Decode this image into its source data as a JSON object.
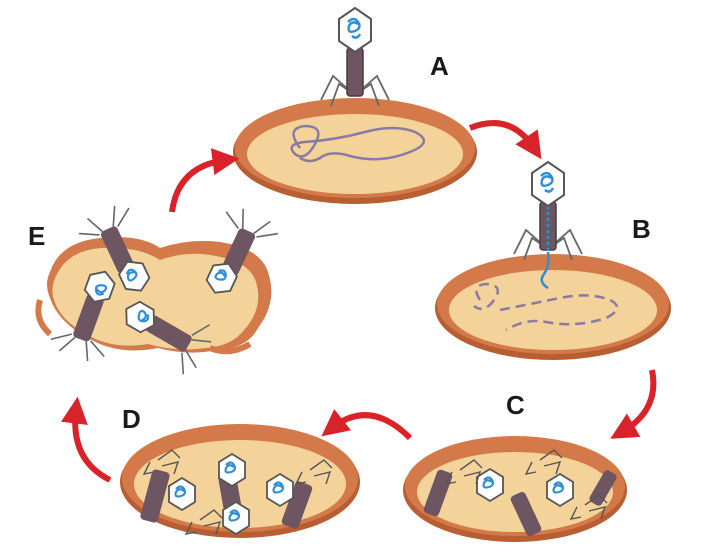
{
  "diagram": {
    "stages": [
      {
        "id": "A",
        "label": "A"
      },
      {
        "id": "B",
        "label": "B"
      },
      {
        "id": "C",
        "label": "C"
      },
      {
        "id": "D",
        "label": "D"
      },
      {
        "id": "E",
        "label": "E"
      }
    ]
  },
  "colors": {
    "cell_wall": "#d47a4a",
    "cell_wall_dark": "#b85e32",
    "cytoplasm": "#f3d39a",
    "dna": "#8a7aa6",
    "phage_tail": "#6e5562",
    "phage_head_fill": "#ffffff",
    "phage_dna": "#2e8fd6",
    "arrow": "#d8232a",
    "fiber": "#555555"
  }
}
